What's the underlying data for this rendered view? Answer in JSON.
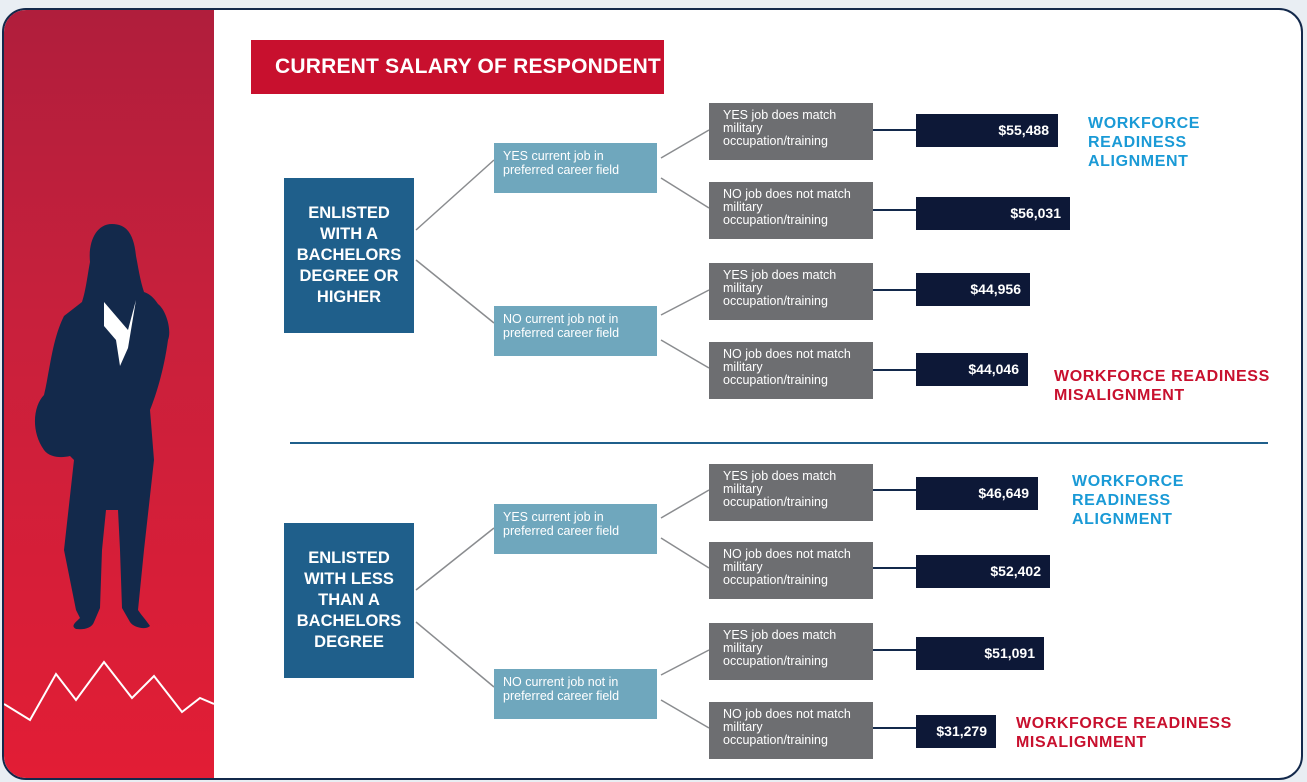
{
  "title": "CURRENT SALARY OF RESPONDENT",
  "colors": {
    "title_bg": "#c8102e",
    "root_box": "#1f5f8b",
    "career_box": "#6fa7bd",
    "match_box": "#6d6e71",
    "salary_box": "#0d1837",
    "alignment_text": "#1a9ad6",
    "misalignment_text": "#c8102e"
  },
  "icons": [
    "woman-silhouette-icon",
    "zigzag-line-icon"
  ],
  "groups": [
    {
      "root_label": "ENLISTED WITH A BACHELORS DEGREE OR HIGHER",
      "branches": [
        {
          "label": "YES current job in preferred career field",
          "leaves": [
            {
              "label": "YES job does match military occupation/training",
              "salary": "$55,488"
            },
            {
              "label": "NO job does not match military occupation/training",
              "salary": "$56,031"
            }
          ]
        },
        {
          "label": "NO current job not in preferred career field",
          "leaves": [
            {
              "label": "YES job does match military occupation/training",
              "salary": "$44,956"
            },
            {
              "label": "NO job does not match military occupation/training",
              "salary": "$44,046"
            }
          ]
        }
      ],
      "alignment_note": "WORKFORCE READINESS ALIGNMENT",
      "misalignment_note": "WORKFORCE READINESS MISALIGNMENT"
    },
    {
      "root_label": "ENLISTED WITH LESS THAN A BACHELORS DEGREE",
      "branches": [
        {
          "label": "YES current job in preferred career field",
          "leaves": [
            {
              "label": "YES job does match military occupation/training",
              "salary": "$46,649"
            },
            {
              "label": "NO job does not match military occupation/training",
              "salary": "$52,402"
            }
          ]
        },
        {
          "label": "NO current job not in preferred career field",
          "leaves": [
            {
              "label": "YES job does match military occupation/training",
              "salary": "$51,091"
            },
            {
              "label": "NO job does not match military occupation/training",
              "salary": "$31,279"
            }
          ]
        }
      ],
      "alignment_note": "WORKFORCE READINESS ALIGNMENT",
      "misalignment_note": "WORKFORCE READINESS MISALIGNMENT"
    }
  ]
}
